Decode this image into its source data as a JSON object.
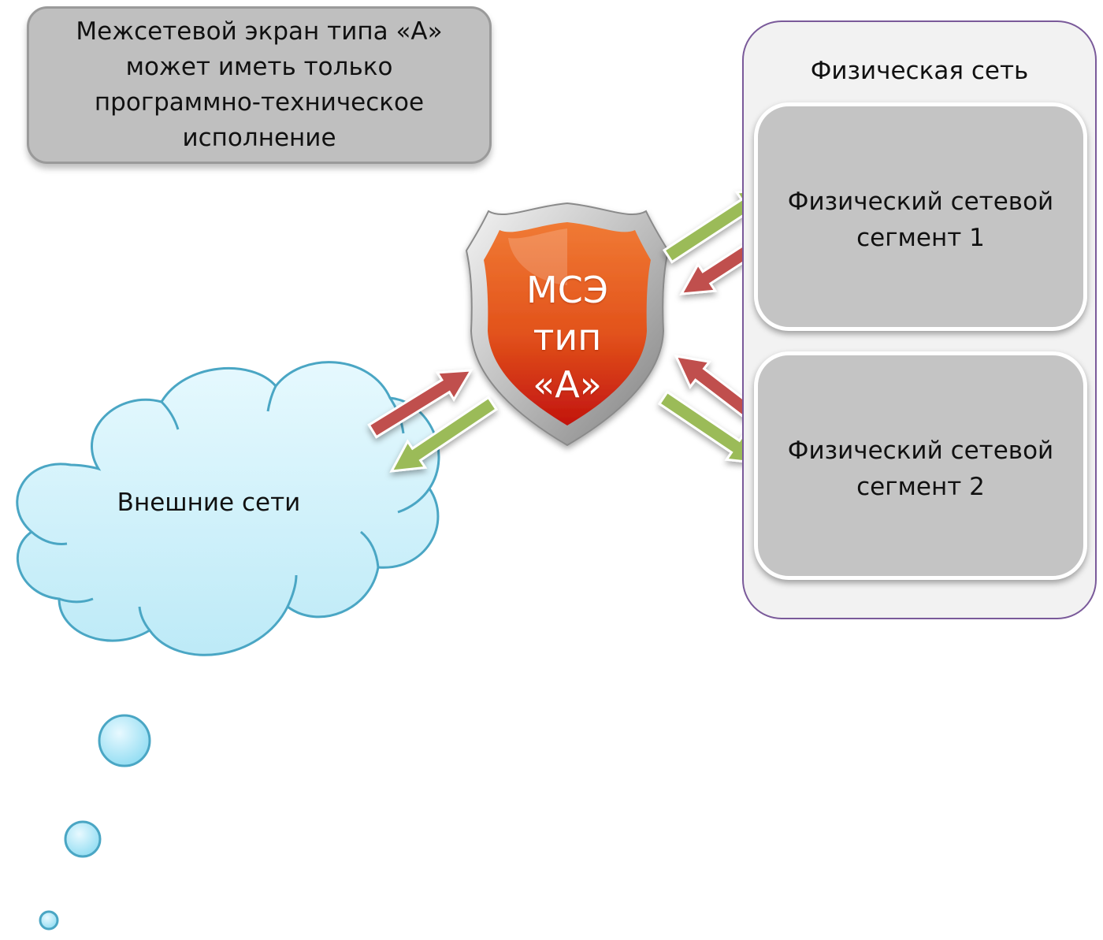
{
  "note": {
    "lines": [
      "Межсетевой экран типа «А»",
      "может иметь только",
      "программно-техническое",
      "исполнение"
    ]
  },
  "physical_network": {
    "title": "Физическая сеть",
    "segment1": {
      "line1": "Физический сетевой",
      "line2": "сегмент 1"
    },
    "segment2": {
      "line1": "Физический сетевой",
      "line2": "сегмент 2"
    }
  },
  "firewall": {
    "lines": [
      "МСЭ",
      "тип",
      "«А»"
    ]
  },
  "external": {
    "label": "Внешние сети"
  },
  "colors": {
    "cloud_fill": "#d4f3fb",
    "cloud_stroke": "#4aa6c4",
    "shield_orange": "#e85a1e",
    "shield_red": "#c4140f",
    "arrow_green": "#9bbb59",
    "arrow_red": "#c0504d",
    "segment_fill": "#c4c4c4",
    "network_border": "#7a5a9a"
  }
}
